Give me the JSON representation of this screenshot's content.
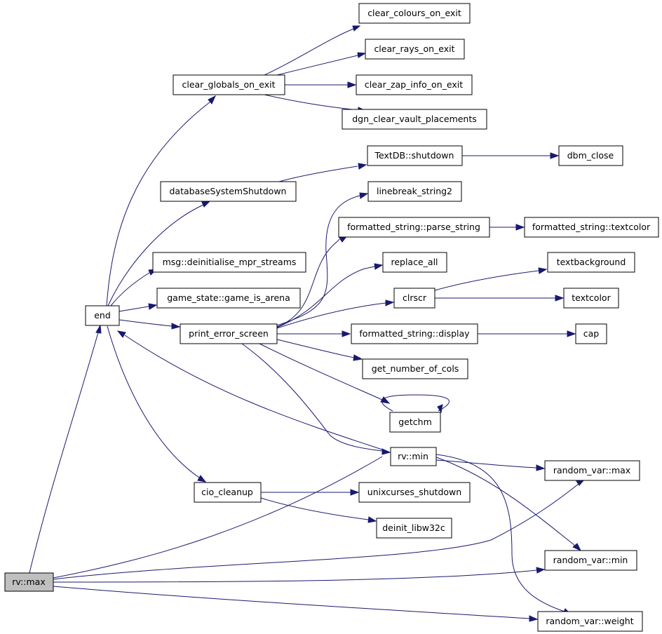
{
  "graph": {
    "edge_color": "#191970",
    "root_fill": "#bfbfbf",
    "nodes": {
      "clear_colours_on_exit": "clear_colours_on_exit",
      "clear_rays_on_exit": "clear_rays_on_exit",
      "clear_globals_on_exit": "clear_globals_on_exit",
      "clear_zap_info_on_exit": "clear_zap_info_on_exit",
      "dgn_clear_vault_placements": "dgn_clear_vault_placements",
      "textdb_shutdown": "TextDB::shutdown",
      "dbm_close": "dbm_close",
      "database_system_shutdown": "databaseSystemShutdown",
      "linebreak_string2": "linebreak_string2",
      "parse_string": "formatted_string::parse_string",
      "fs_textcolor": "formatted_string::textcolor",
      "msg_deinit": "msg::deinitialise_mpr_streams",
      "replace_all": "replace_all",
      "textbackground": "textbackground",
      "game_is_arena": "game_state::game_is_arena",
      "clrscr": "clrscr",
      "textcolor": "textcolor",
      "end": "end",
      "print_error_screen": "print_error_screen",
      "fs_display": "formatted_string::display",
      "cap": "cap",
      "get_number_of_cols": "get_number_of_cols",
      "getchm": "getchm",
      "rv_min": "rv::min",
      "rv_max_random": "random_var::max",
      "cio_cleanup": "cio_cleanup",
      "unixcurses_shutdown": "unixcurses_shutdown",
      "deinit_libw32c": "deinit_libw32c",
      "rv_max": "rv::max",
      "random_var_min": "random_var::min",
      "random_var_weight": "random_var::weight"
    }
  }
}
